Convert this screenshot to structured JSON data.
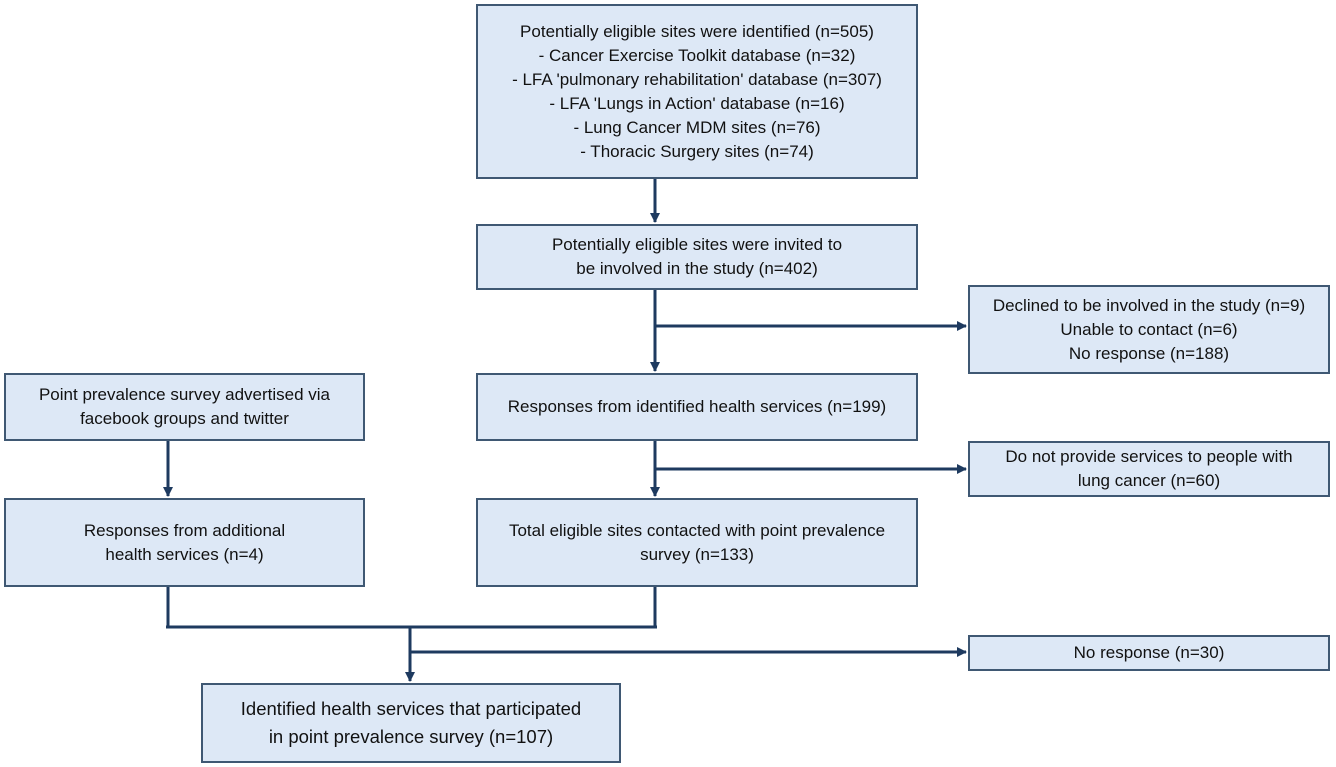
{
  "boxes": {
    "identified": {
      "lines": [
        "Potentially eligible sites were identified (n=505)",
        "- Cancer Exercise Toolkit database (n=32)",
        "- LFA 'pulmonary rehabilitation' database (n=307)",
        "- LFA 'Lungs in Action' database (n=16)",
        "- Lung Cancer MDM sites (n=76)",
        "- Thoracic Surgery sites (n=74)"
      ]
    },
    "invited": {
      "lines": [
        "Potentially eligible sites were invited to",
        "be involved in the study (n=402)"
      ]
    },
    "excluded_1": {
      "lines": [
        "Declined to be involved in the study (n=9)",
        "Unable to contact (n=6)",
        "No response (n=188)"
      ]
    },
    "advertised": {
      "lines": [
        "Point prevalence survey advertised via",
        "facebook groups and twitter"
      ]
    },
    "responses_identified": {
      "lines": [
        "Responses from identified health services (n=199)"
      ]
    },
    "excluded_2": {
      "lines": [
        "Do not provide services to people with",
        "lung cancer (n=60)"
      ]
    },
    "responses_additional": {
      "lines": [
        "Responses from additional",
        "health services (n=4)"
      ]
    },
    "total_contacted": {
      "lines": [
        "Total eligible sites contacted with point prevalence",
        "survey (n=133)"
      ]
    },
    "excluded_3": {
      "lines": [
        "No response (n=30)"
      ]
    },
    "participated": {
      "lines": [
        "Identified health services that participated",
        "in point prevalence survey (n=107)"
      ]
    }
  },
  "colors": {
    "box_fill": "#dde8f6",
    "box_border": "#3f5873",
    "connector": "#1e3a5f"
  }
}
